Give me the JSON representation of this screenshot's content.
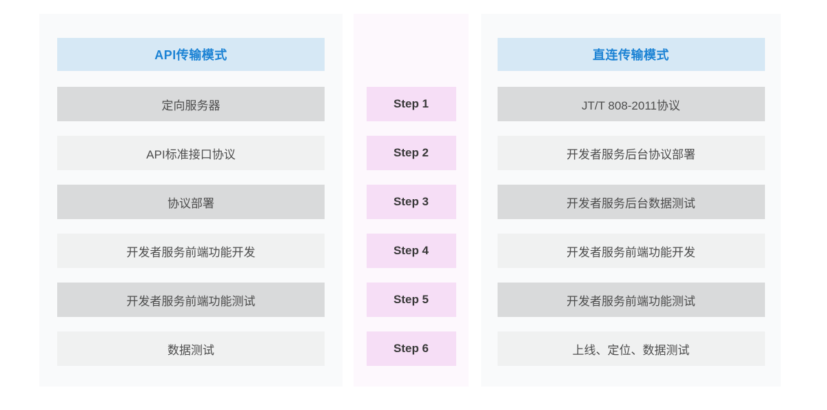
{
  "colors": {
    "page_bg": "#ffffff",
    "panel_bg": "#f9fafb",
    "steps_panel_bg": "#fdf8fd",
    "header_bg": "#d6e8f5",
    "header_text": "#1b82d4",
    "row_dark": "#d9dadb",
    "row_light": "#f0f1f1",
    "row_text": "#4d4d4d",
    "step_bg": "#f6def6",
    "step_text": "#383838"
  },
  "left_column": {
    "header": "API传输模式",
    "rows": [
      "定向服务器",
      "API标准接口协议",
      "协议部署",
      "开发者服务前端功能开发",
      "开发者服务前端功能测试",
      "数据测试"
    ]
  },
  "steps_column": {
    "steps": [
      "Step 1",
      "Step 2",
      "Step 3",
      "Step 4",
      "Step 5",
      "Step 6"
    ]
  },
  "right_column": {
    "header": "直连传输模式",
    "rows": [
      "JT/T 808-2011协议",
      "开发者服务后台协议部署",
      "开发者服务后台数据测试",
      "开发者服务前端功能开发",
      "开发者服务前端功能测试",
      "上线、定位、数据测试"
    ]
  }
}
